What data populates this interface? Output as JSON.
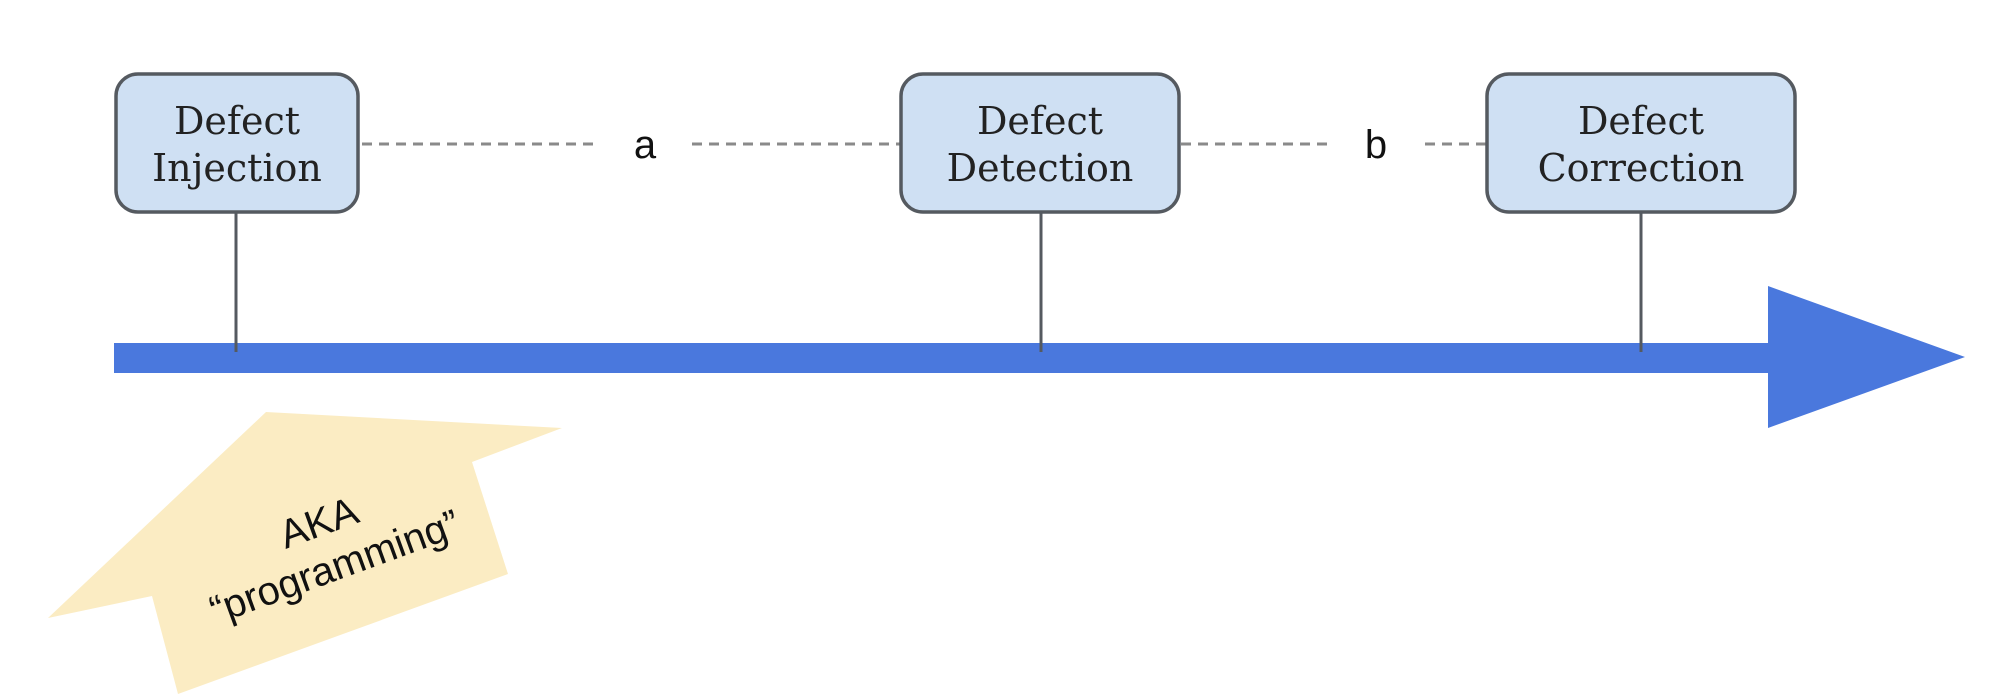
{
  "colors": {
    "box_fill": "#cfe0f3",
    "box_stroke": "#555a60",
    "connector": "#555a60",
    "dashed_line": "#8a8a8a",
    "timeline": "#4a78dd",
    "note_fill": "#fbecc3"
  },
  "stages": [
    {
      "line1": "Defect",
      "line2": "Injection"
    },
    {
      "line1": "Defect",
      "line2": "Detection"
    },
    {
      "line1": "Defect",
      "line2": "Correction"
    }
  ],
  "gaps": [
    {
      "label": "a"
    },
    {
      "label": "b"
    }
  ],
  "note": {
    "line1": "AKA",
    "line2": "“programming”"
  }
}
